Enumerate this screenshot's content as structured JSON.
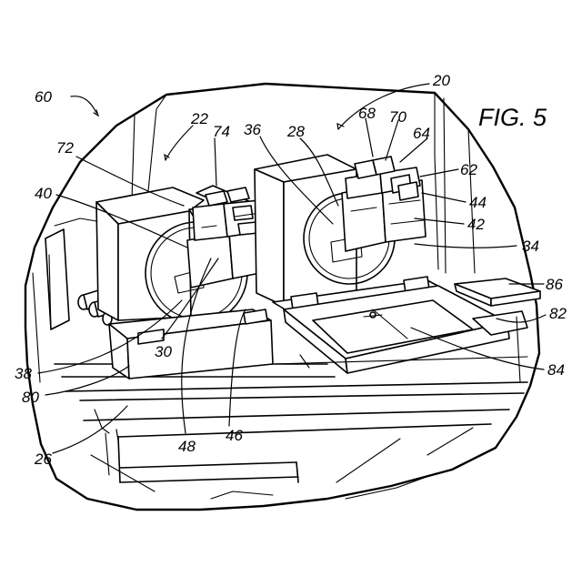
{
  "figure": {
    "title": "FIG. 5",
    "labels": {
      "r20": "20",
      "r22": "22",
      "r26": "26",
      "r28": "28",
      "r30": "30",
      "r34": "34",
      "r36": "36",
      "r38": "38",
      "r40": "40",
      "r42": "42",
      "r44": "44",
      "r46": "46",
      "r48": "48",
      "r60": "60",
      "r62": "62",
      "r64": "64",
      "r68": "68",
      "r70": "70",
      "r72": "72",
      "r74": "74",
      "r80": "80",
      "r82": "82",
      "r84": "84",
      "r86": "86"
    }
  }
}
